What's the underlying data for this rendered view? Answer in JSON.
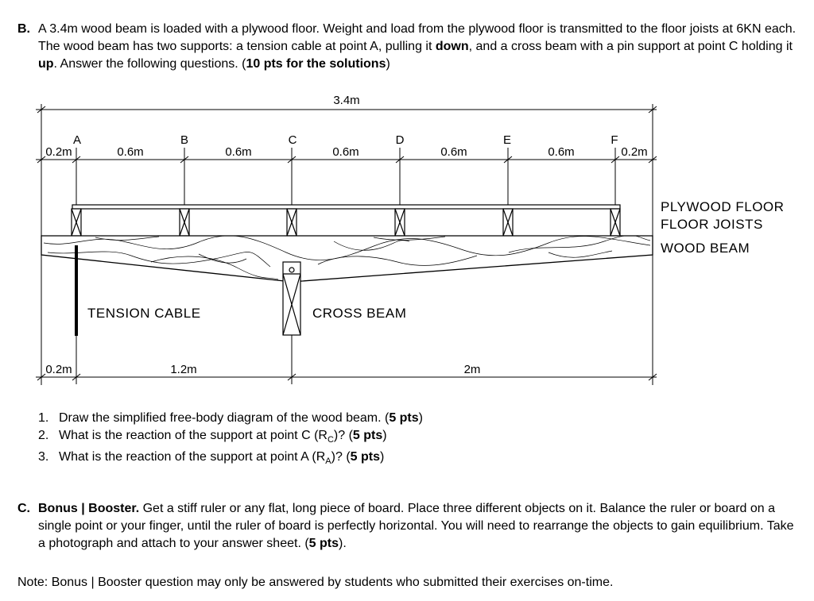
{
  "problem_b": {
    "letter": "B.",
    "text_1": "A 3.4m wood beam is loaded with a plywood floor. Weight and load from the plywood floor is transmitted to the floor joists at 6KN each. The wood beam has two supports: a tension cable at point A, pulling it ",
    "bold_down": "down",
    "text_2": ", and a cross beam with a pin support at point C holding it ",
    "bold_up": "up",
    "text_3": ". Answer the following questions. (",
    "bold_pts": "10 pts for the solutions",
    "text_4": ")"
  },
  "diagram": {
    "total_length": "3.4m",
    "points": [
      "A",
      "B",
      "C",
      "D",
      "E",
      "F"
    ],
    "top_dims": [
      "0.2m",
      "0.6m",
      "0.6m",
      "0.6m",
      "0.6m",
      "0.6m",
      "0.2m"
    ],
    "bottom_dims": [
      "0.2m",
      "1.2m",
      "2m"
    ],
    "labels": {
      "plywood_floor": "PLYWOOD FLOOR",
      "floor_joists": "FLOOR JOISTS",
      "wood_beam": "WOOD BEAM",
      "tension_cable": "TENSION CABLE",
      "cross_beam": "CROSS BEAM"
    }
  },
  "questions": [
    {
      "num": "1.",
      "pre": "Draw the simplified free-body diagram of the wood beam. (",
      "pts": "5 pts",
      "post": ")"
    },
    {
      "num": "2.",
      "pre": "What is the reaction of the support at point C (R",
      "sub": "C",
      "mid": ")? (",
      "pts": "5 pts",
      "post": ")"
    },
    {
      "num": "3.",
      "pre": "What is the reaction of the support at point A (R",
      "sub": "A",
      "mid": ")? (",
      "pts": "5 pts",
      "post": ")"
    }
  ],
  "problem_c": {
    "letter": "C.",
    "bold_title": "Bonus | Booster.",
    "text_1": " Get a stiff ruler or any flat, long piece of board. Place three different objects on it. Balance the ruler or board on a single point or your finger, until the ruler of board is perfectly horizontal. You will need to rearrange the objects to gain equilibrium. Take a photograph and attach to your answer sheet. (",
    "bold_pts": "5 pts",
    "text_2": ")."
  },
  "note": "Note: Bonus | Booster question may only be answered by students who submitted their exercises on-time."
}
